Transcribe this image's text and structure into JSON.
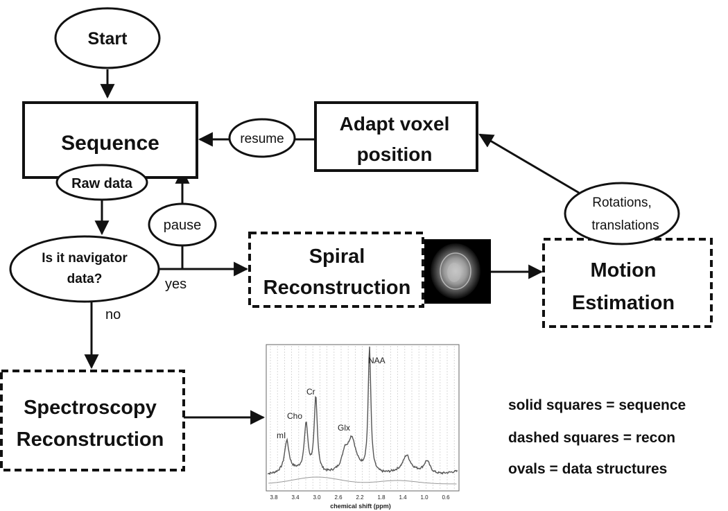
{
  "nodes": {
    "start": "Start",
    "sequence": "Sequence",
    "raw_data": "Raw data",
    "is_navigator_line1": "Is it navigator",
    "is_navigator_line2": "data?",
    "pause": "pause",
    "resume": "resume",
    "adapt_line1": "Adapt voxel",
    "adapt_line2": "position",
    "spiral_line1": "Spiral",
    "spiral_line2": "Reconstruction",
    "motion_line1": "Motion",
    "motion_line2": "Estimation",
    "rotations_line1": "Rotations,",
    "rotations_line2": "translations",
    "spectroscopy_line1": "Spectroscopy",
    "spectroscopy_line2": "Reconstruction"
  },
  "edges": {
    "yes": "yes",
    "no": "no"
  },
  "legend": {
    "solid": "solid squares = sequence",
    "dashed": "dashed squares = recon",
    "ovals": "ovals = data structures"
  },
  "spectrum": {
    "xlabel": "chemical shift (ppm)",
    "ticks": [
      "3.8",
      "3.4",
      "3.0",
      "2.6",
      "2.2",
      "1.8",
      "1.4",
      "1.0",
      "0.6"
    ],
    "peaks": {
      "naa": "NAA",
      "cr": "Cr",
      "cho": "Cho",
      "glx": "Glx",
      "mi": "mI"
    }
  },
  "colors": {
    "stroke": "#111111",
    "background": "#ffffff",
    "spectrum_line": "#555555",
    "grid": "#cfcfcf"
  }
}
